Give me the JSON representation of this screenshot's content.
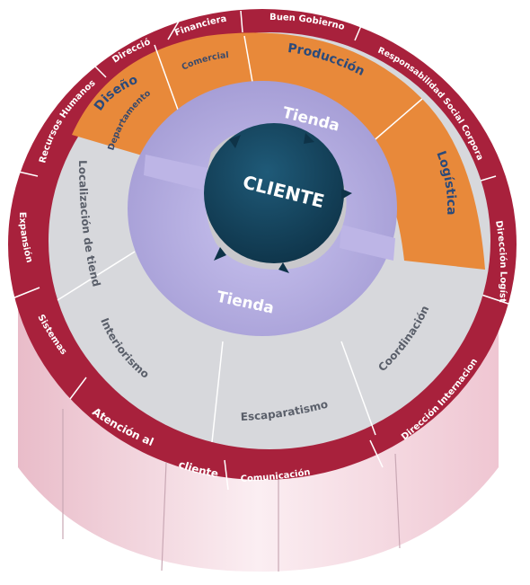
{
  "center": {
    "label": "CLIENTE"
  },
  "inner_ring": {
    "labels": [
      "Tienda",
      "Tienda"
    ]
  },
  "orange_ring": {
    "labels": [
      "Diseño",
      "Departamento",
      "Comercial",
      "Producción",
      "Logística"
    ]
  },
  "grey_ring": {
    "labels": [
      "Localización de tiendas",
      "Interiorismo",
      "Escaparatismo",
      "Coordinación"
    ]
  },
  "outer_ring": {
    "labels": [
      "Financiera",
      "Buen Gobierno",
      "Dirección",
      "Recursos Humanos",
      "Responsabilidad Social Corporativa",
      "Expansión",
      "Dirección Logística",
      "Sistemas",
      "Dirección Internacional",
      "Atención al",
      "cliente",
      "Comunicación"
    ]
  },
  "colors": {
    "outer_ring": "#a8213c",
    "orange_ring": "#e8893a",
    "grey_ring": "#d7d8dc",
    "inner_ring": "#a9a1d8",
    "center": "#14435c",
    "cylinder": "#f3d7df"
  }
}
